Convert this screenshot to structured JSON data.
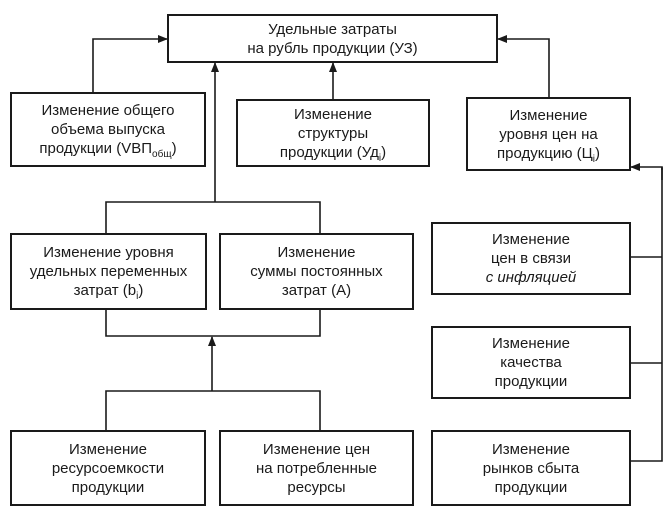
{
  "diagram": {
    "uz": {
      "line1": "Удельные затраты",
      "line2": "на рубль продукции (УЗ)"
    },
    "vbp": {
      "line1": "Изменение общего",
      "line2": "объема выпуска",
      "line3_prefix": "продукции (VBП",
      "line3_sub": "общ",
      "line3_suffix": ")"
    },
    "ud": {
      "line1": "Изменение",
      "line2": "структуры",
      "line3_prefix": "продукции (Уд",
      "line3_sub": "i",
      "line3_suffix": ")"
    },
    "ceny": {
      "line1": "Изменение",
      "line2": "уровня цен на",
      "line3_prefix": "продукцию (Ц",
      "line3_sub": "i",
      "line3_suffix": ")"
    },
    "bi": {
      "line1": "Изменение уровня",
      "line2": "удельных переменных",
      "line3_prefix": "затрат (b",
      "line3_sub": "i",
      "line3_suffix": ")"
    },
    "a": {
      "line1": "Изменение",
      "line2": "суммы постоянных",
      "line3": "затрат (A)"
    },
    "infl": {
      "line1": "Изменение",
      "line2": "цен в связи",
      "line3": "с инфляцией"
    },
    "kach": {
      "line1": "Изменение",
      "line2": "качества",
      "line3": "продукции"
    },
    "rynki": {
      "line1": "Изменение",
      "line2": "рынков сбыта",
      "line3": "продукции"
    },
    "res": {
      "line1": "Изменение",
      "line2": "ресурсоемкости",
      "line3": "продукции"
    },
    "potr": {
      "line1": "Изменение цен",
      "line2": "на потребленные",
      "line3": "ресурсы"
    }
  }
}
